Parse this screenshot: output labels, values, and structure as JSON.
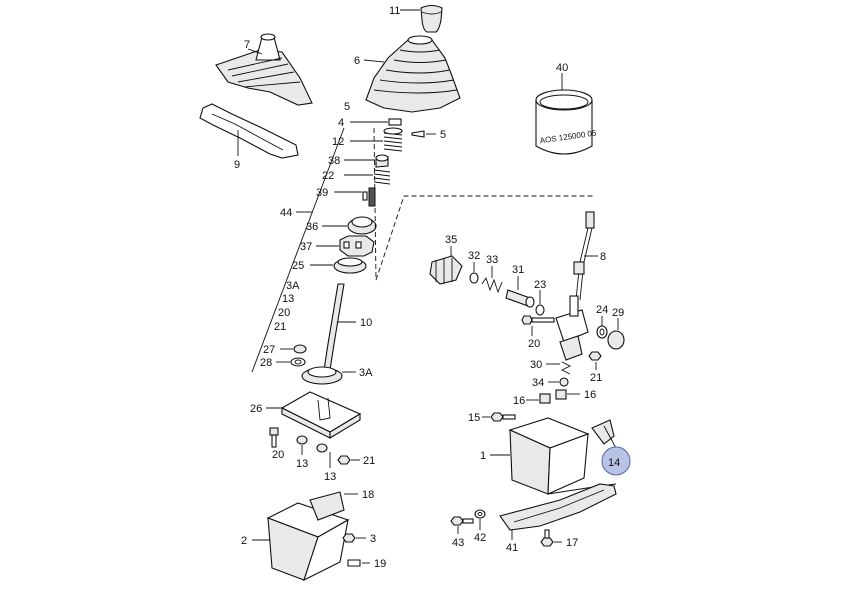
{
  "callouts": {
    "c11": "11",
    "c7": "7",
    "c6": "6",
    "c40": "40",
    "c5a": "5",
    "c4": "4",
    "c5b": "5",
    "c12": "12",
    "c38": "38",
    "c22": "22",
    "c39": "39",
    "c44": "44",
    "c9": "9",
    "c36": "36",
    "c37": "37",
    "c25": "25",
    "c3a1": "3A",
    "c13a": "13",
    "c20a": "20",
    "c21a": "21",
    "c10": "10",
    "c27": "27",
    "c28": "28",
    "c3a2": "3A",
    "c26": "26",
    "c20b": "20",
    "c13b": "13",
    "c13c": "13",
    "c21b": "21",
    "c18": "18",
    "c2": "2",
    "c3": "3",
    "c19": "19",
    "c35": "35",
    "c32": "32",
    "c33": "33",
    "c31": "31",
    "c23": "23",
    "c8": "8",
    "c24": "24",
    "c29": "29",
    "c20c": "20",
    "c30": "30",
    "c21c": "21",
    "c34": "34",
    "c16a": "16",
    "c16b": "16",
    "c15": "15",
    "c1": "1",
    "c14": "14",
    "c43": "43",
    "c42": "42",
    "c41": "41",
    "c17": "17"
  },
  "part_40_marking": "AOS 125000 05",
  "highlight_color": "#b9c3e6"
}
